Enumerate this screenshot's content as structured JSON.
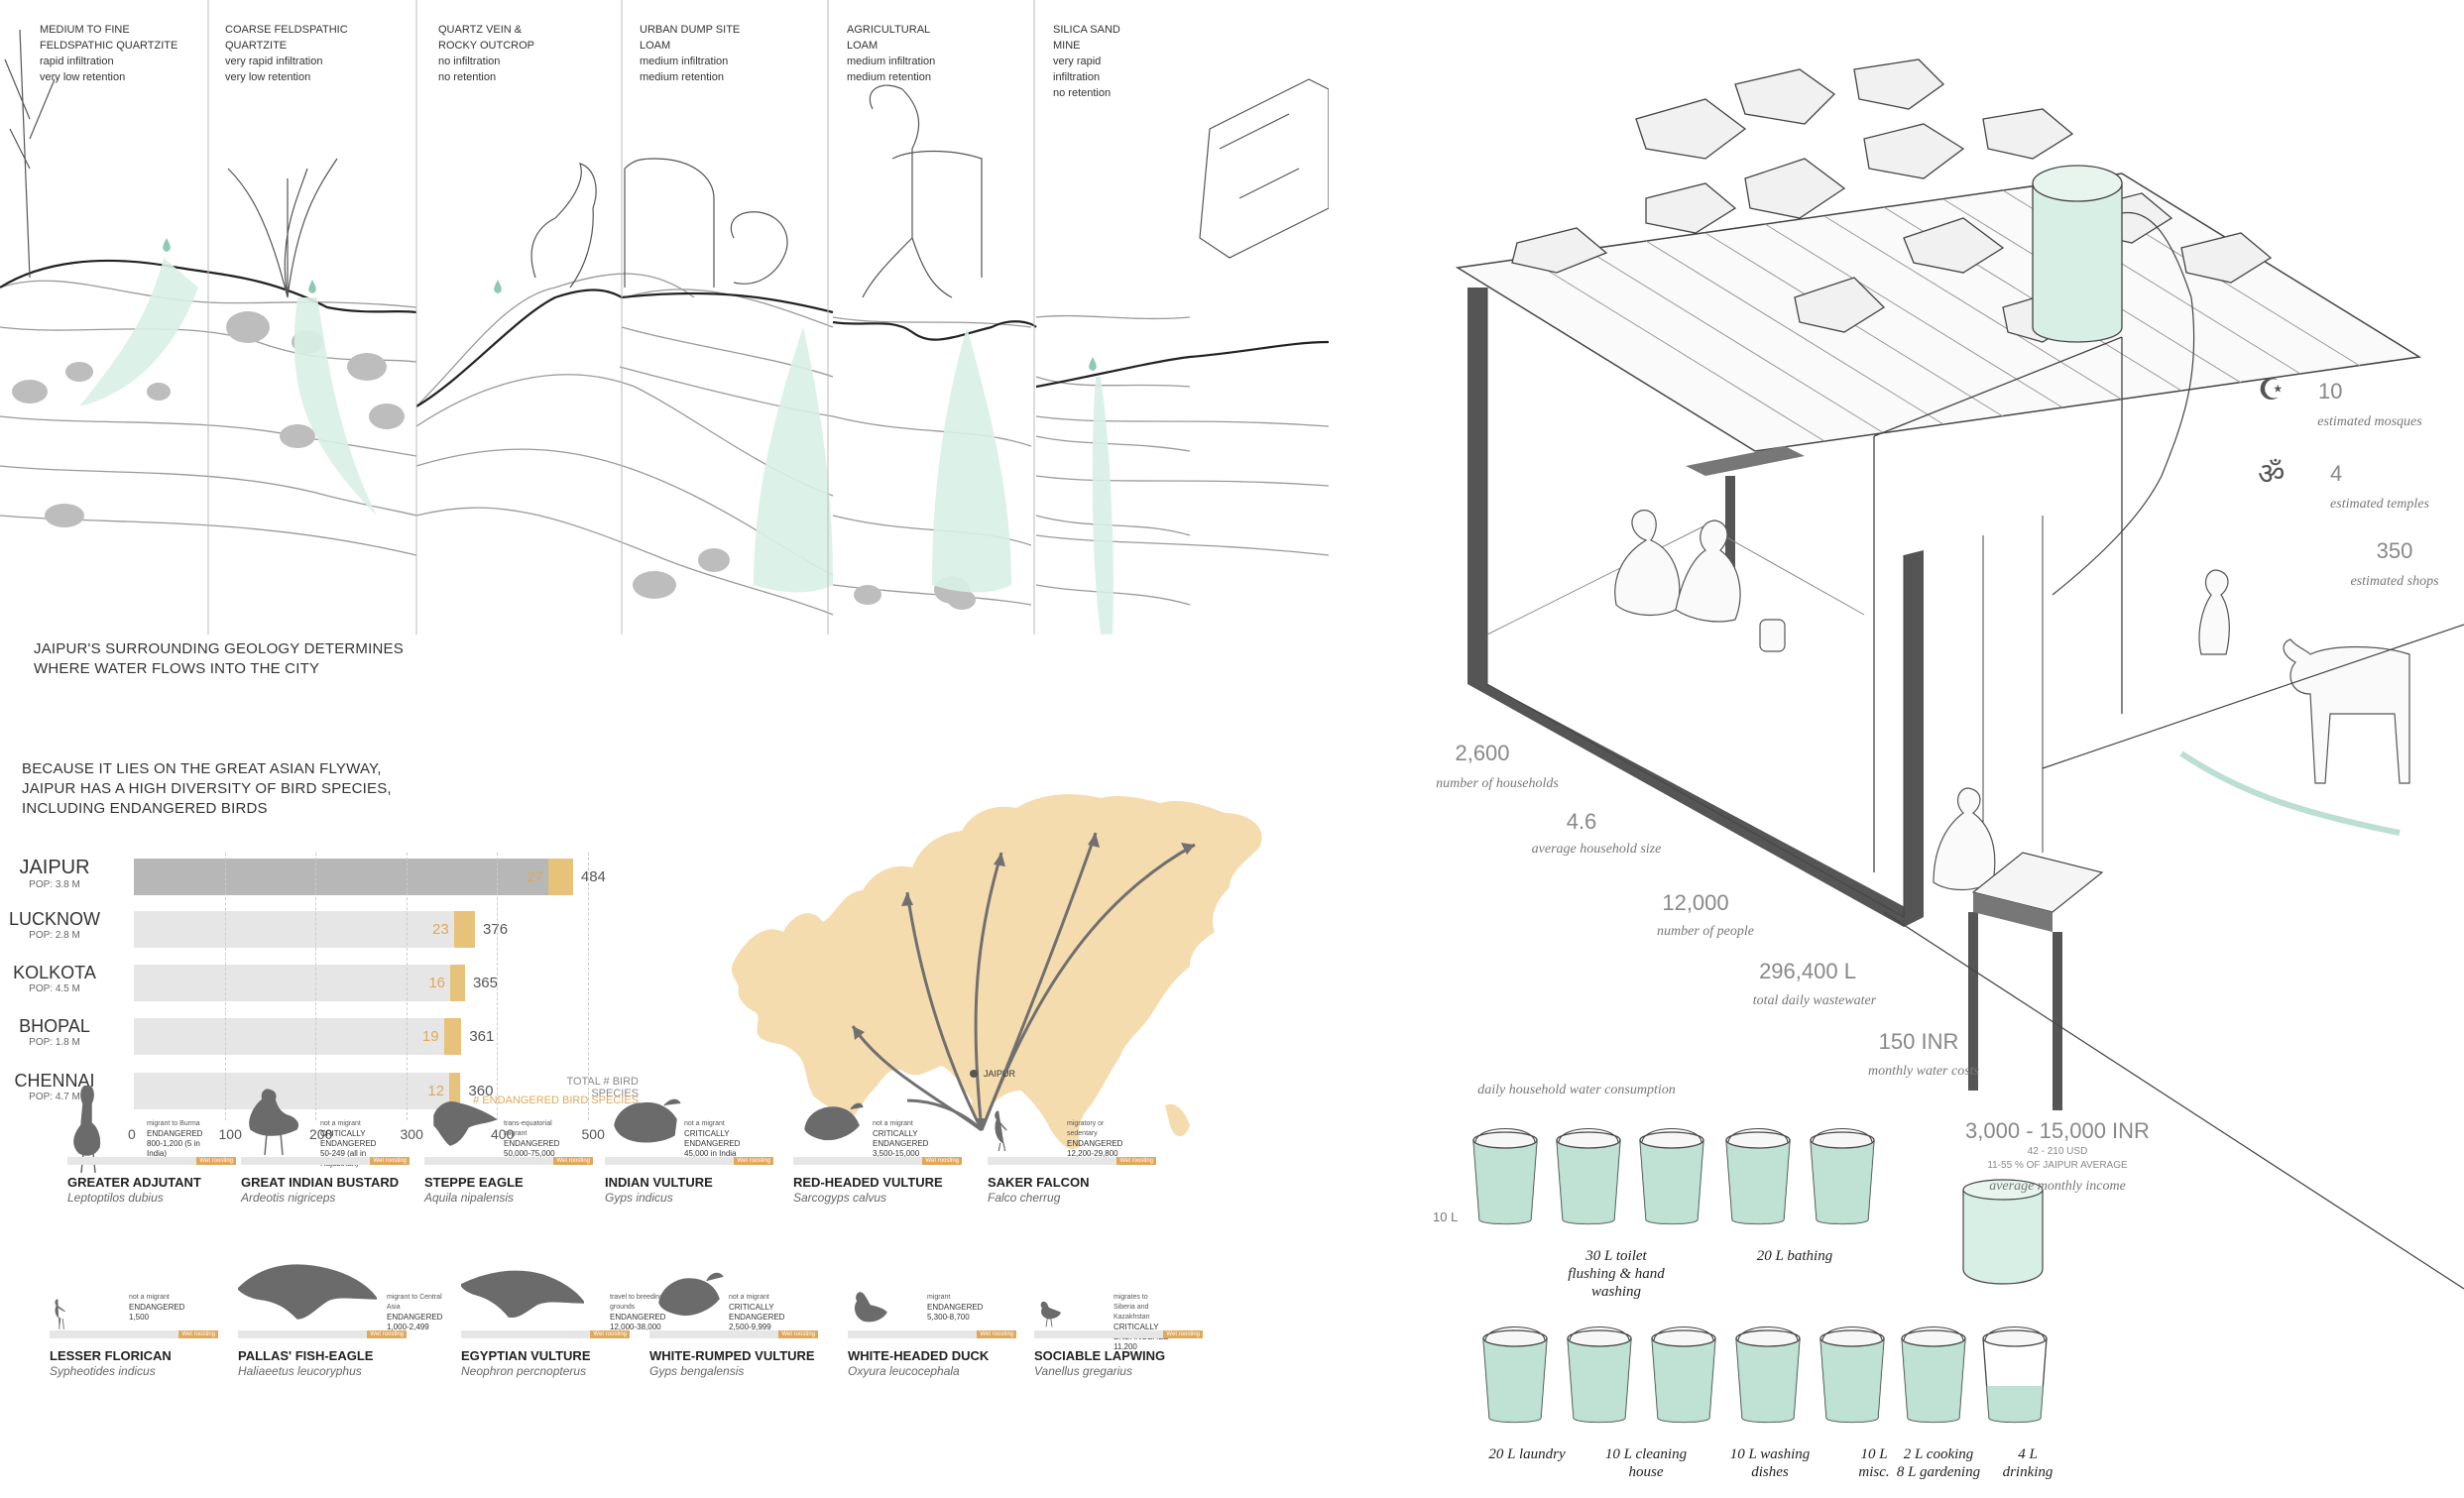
{
  "geology": {
    "columns": [
      {
        "title": "MEDIUM TO FINE FELDSPATHIC QUARTZITE",
        "l1": "rapid infiltration",
        "l2": "very low retention"
      },
      {
        "title": "COARSE FELDSPATHIC QUARTZITE",
        "l1": "very rapid infiltration",
        "l2": "very low retention"
      },
      {
        "title": "QUARTZ VEIN & ROCKY OUTCROP",
        "l1": "no infiltration",
        "l2": "no retention"
      },
      {
        "title": "URBAN DUMP SITE LOAM",
        "l1": "medium infiltration",
        "l2": "medium retention"
      },
      {
        "title": "AGRICULTURAL LOAM",
        "l1": "medium infiltration",
        "l2": "medium retention"
      },
      {
        "title": "SILICA SAND MINE",
        "l1": "very rapid infiltration",
        "l2": "no retention"
      }
    ],
    "caption_line1": "JAIPUR'S SURROUNDING GEOLOGY DETERMINES",
    "caption_line2": "WHERE WATER FLOWS INTO THE CITY"
  },
  "birds_caption": {
    "line1": "BECAUSE IT LIES ON THE GREAT ASIAN FLYWAY,",
    "line2": "JAIPUR HAS A HIGH DIVERSITY OF BIRD SPECIES,",
    "line3": "INCLUDING  ENDANGERED BIRDS"
  },
  "chart_data": {
    "type": "bar",
    "orientation": "horizontal",
    "categories": [
      "JAIPUR",
      "LUCKNOW",
      "KOLKOTA",
      "BHOPAL",
      "CHENNAI"
    ],
    "populations": [
      "POP: 3.8 M",
      "POP: 2.8 M",
      "POP: 4.5 M",
      "POP: 1.8 M",
      "POP: 4.7 M"
    ],
    "series": [
      {
        "name": "TOTAL # BIRD SPECIES",
        "values": [
          484,
          376,
          365,
          361,
          360
        ]
      },
      {
        "name": "# ENDANGERED BIRD SPECIES",
        "values": [
          27,
          23,
          16,
          19,
          12
        ]
      }
    ],
    "xticks": [
      "0",
      "100",
      "200",
      "300",
      "400",
      "500"
    ],
    "xlim": [
      0,
      500
    ],
    "colors": {
      "total": "#e6e6e6",
      "highlight": "#b7b7b7",
      "endangered": "#e6c27a"
    }
  },
  "map": {
    "label": "JAIPUR",
    "land_color": "#f5dcae"
  },
  "birds": [
    {
      "name": "GREATER ADJUTANT",
      "latin": "Leptoptilos dubius",
      "mig": "migrant to Burma",
      "status": "ENDANGERED",
      "pop": "800-1,200 (5 in India)"
    },
    {
      "name": "GREAT INDIAN BUSTARD",
      "latin": "Ardeotis nigriceps",
      "mig": "not a migrant",
      "status": "CRITICALLY ENDANGERED",
      "pop": "50-249 (all in Rajasthan)"
    },
    {
      "name": "STEPPE EAGLE",
      "latin": "Aquila nipalensis",
      "mig": "trans-equatorial migrant",
      "status": "ENDANGERED",
      "pop": "50,000-75,000"
    },
    {
      "name": "INDIAN VULTURE",
      "latin": "Gyps indicus",
      "mig": "not a migrant",
      "status": "CRITICALLY ENDANGERED",
      "pop": "45,000 in India"
    },
    {
      "name": "RED-HEADED VULTURE",
      "latin": "Sarcogyps calvus",
      "mig": "not a migrant",
      "status": "CRITICALLY ENDANGERED",
      "pop": "3,500-15,000"
    },
    {
      "name": "SAKER FALCON",
      "latin": "Falco cherrug",
      "mig": "migratory or sedentary",
      "status": "ENDANGERED",
      "pop": "12,200-29,800"
    },
    {
      "name": "LESSER FLORICAN",
      "latin": "Sypheotides indicus",
      "mig": "not a migrant",
      "status": "ENDANGERED",
      "pop": "1,500"
    },
    {
      "name": "PALLAS' FISH-EAGLE",
      "latin": "Haliaeetus leucoryphus",
      "mig": "migrant to Central Asia",
      "status": "ENDANGERED",
      "pop": "1,000-2,499"
    },
    {
      "name": "EGYPTIAN VULTURE",
      "latin": "Neophron percnopterus",
      "mig": "travel to breeding grounds",
      "status": "ENDANGERED",
      "pop": "12,000-38,000"
    },
    {
      "name": "WHITE-RUMPED VULTURE",
      "latin": "Gyps bengalensis",
      "mig": "not a migrant",
      "status": "CRITICALLY ENDANGERED",
      "pop": "2,500-9,999"
    },
    {
      "name": "WHITE-HEADED DUCK",
      "latin": "Oxyura leucocephala",
      "mig": "migrant",
      "status": "ENDANGERED",
      "pop": "5,300-8,700"
    },
    {
      "name": "SOCIABLE LAPWING",
      "latin": "Vanellus gregarius",
      "mig": "migrates to Siberia and Kazakhstan",
      "status": "CRITICALLY ENDANGERED",
      "pop": "11,200"
    }
  ],
  "bird_bar_label": "Wet roosting",
  "stats": {
    "mosques_num": "10",
    "mosques_lbl": "estimated mosques",
    "temples_num": "4",
    "temples_lbl": "estimated temples",
    "shops_num": "350",
    "shops_lbl": "estimated shops",
    "households_num": "2,600",
    "households_lbl": "number of households",
    "hhsize_num": "4.6",
    "hhsize_lbl": "average household size",
    "people_num": "12,000",
    "people_lbl": "number of people",
    "waste_num": "296,400 L",
    "waste_lbl": "total daily wastewater",
    "water_num": "150 INR",
    "water_lbl": "monthly water costs",
    "income_num": "3,000 - 15,000 INR",
    "income_sub1": "42 - 210 USD",
    "income_sub2": "11-55 % OF JAIPUR AVERAGE",
    "income_lbl": "average monthly income"
  },
  "water": {
    "title": "daily household water consumption",
    "scale": "10 L",
    "row1_l1": "30 L toilet",
    "row1_l2": "flushing & hand",
    "row1_l3": "washing",
    "row1_bath": "20 L bathing",
    "row2": [
      {
        "l1": "20 L laundry",
        "l2": ""
      },
      {
        "l1": "10 L cleaning",
        "l2": "house"
      },
      {
        "l1": "10 L washing",
        "l2": "dishes"
      },
      {
        "l1": "10 L",
        "l2": "misc."
      },
      {
        "l1": "2 L cooking",
        "l2": "8 L gardening"
      },
      {
        "l1": "4 L",
        "l2": "drinking"
      }
    ],
    "color": "#a9d8c6"
  }
}
